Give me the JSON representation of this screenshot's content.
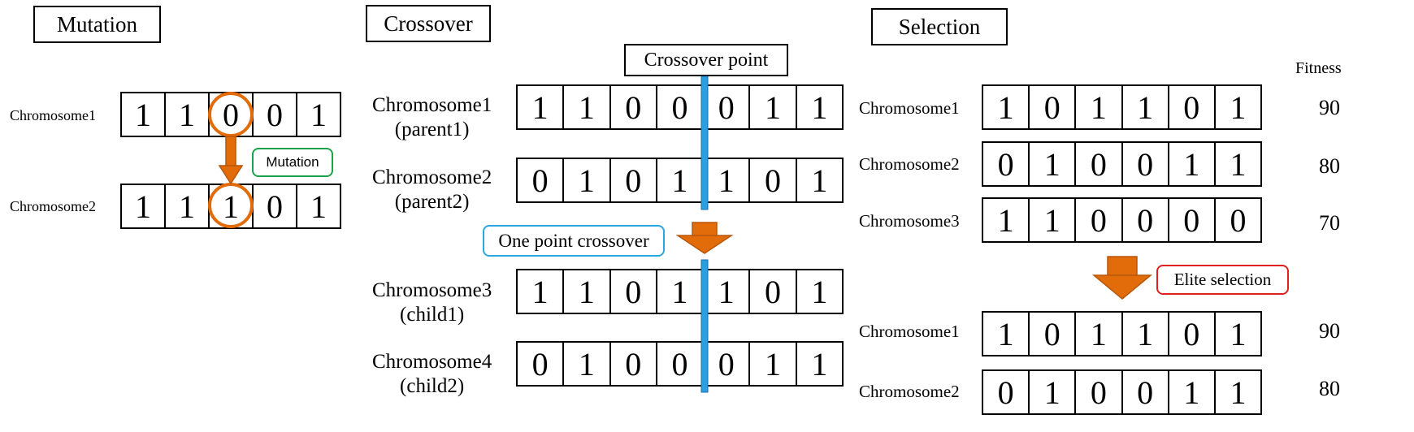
{
  "mutation": {
    "title": "Mutation",
    "callout": "Mutation",
    "rows": [
      {
        "label": "Chromosome1",
        "genes": [
          "1",
          "1",
          "0",
          "0",
          "1"
        ]
      },
      {
        "label": "Chromosome2",
        "genes": [
          "1",
          "1",
          "1",
          "0",
          "1"
        ]
      }
    ]
  },
  "crossover": {
    "title": "Crossover",
    "point_label": "Crossover point",
    "callout": "One point crossover",
    "rows": [
      {
        "label": "Chromosome1",
        "sub": "(parent1)",
        "genes": [
          "1",
          "1",
          "0",
          "0",
          "0",
          "1",
          "1"
        ]
      },
      {
        "label": "Chromosome2",
        "sub": "(parent2)",
        "genes": [
          "0",
          "1",
          "0",
          "1",
          "1",
          "0",
          "1"
        ]
      },
      {
        "label": "Chromosome3",
        "sub": "(child1)",
        "genes": [
          "1",
          "1",
          "0",
          "1",
          "1",
          "0",
          "1"
        ]
      },
      {
        "label": "Chromosome4",
        "sub": "(child2)",
        "genes": [
          "0",
          "1",
          "0",
          "0",
          "0",
          "1",
          "1"
        ]
      }
    ]
  },
  "selection": {
    "title": "Selection",
    "fitness_header": "Fitness",
    "callout": "Elite selection",
    "population": [
      {
        "label": "Chromosome1",
        "genes": [
          "1",
          "0",
          "1",
          "1",
          "0",
          "1"
        ],
        "fitness": "90"
      },
      {
        "label": "Chromosome2",
        "genes": [
          "0",
          "1",
          "0",
          "0",
          "1",
          "1"
        ],
        "fitness": "80"
      },
      {
        "label": "Chromosome3",
        "genes": [
          "1",
          "1",
          "0",
          "0",
          "0",
          "0"
        ],
        "fitness": "70"
      }
    ],
    "selected": [
      {
        "label": "Chromosome1",
        "genes": [
          "1",
          "0",
          "1",
          "1",
          "0",
          "1"
        ],
        "fitness": "90"
      },
      {
        "label": "Chromosome2",
        "genes": [
          "0",
          "1",
          "0",
          "0",
          "1",
          "1"
        ],
        "fitness": "80"
      }
    ]
  },
  "colors": {
    "arrow": "#e36c0a",
    "arrow_stroke": "#b8560a",
    "crossover_line": "#2a9fe0",
    "crossover_line_stroke": "#1a6fa8",
    "mutation_callout_border": "#1aa34a",
    "crossover_callout_border": "#2aa7e0",
    "selection_callout_border": "#e02020",
    "mutation_circle": "#e36c0a"
  }
}
